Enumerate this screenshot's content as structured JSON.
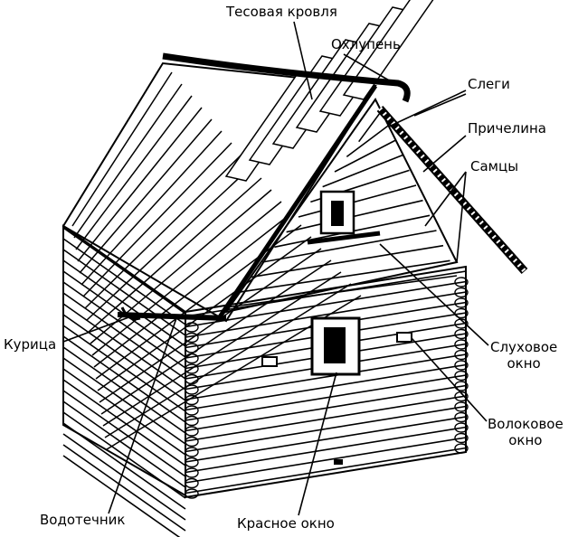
{
  "diagram": {
    "labels": {
      "tesovaya_krovlya": "Тесовая кровля",
      "okhlupen": "Охлупень",
      "slegi": "Слеги",
      "prichelina": "Причелина",
      "samtsy": "Самцы",
      "kuritsa": "Курица",
      "slukhovoe_okno_l1": "Слуховое",
      "slukhovoe_okno_l2": "окно",
      "volokovoe_okno_l1": "Волоковое",
      "volokovoe_okno_l2": "окно",
      "vodotechnik": "Водотечник",
      "krasnoe_okno": "Красное окно"
    },
    "colors": {
      "ink": "#000000",
      "paper": "#ffffff"
    }
  }
}
